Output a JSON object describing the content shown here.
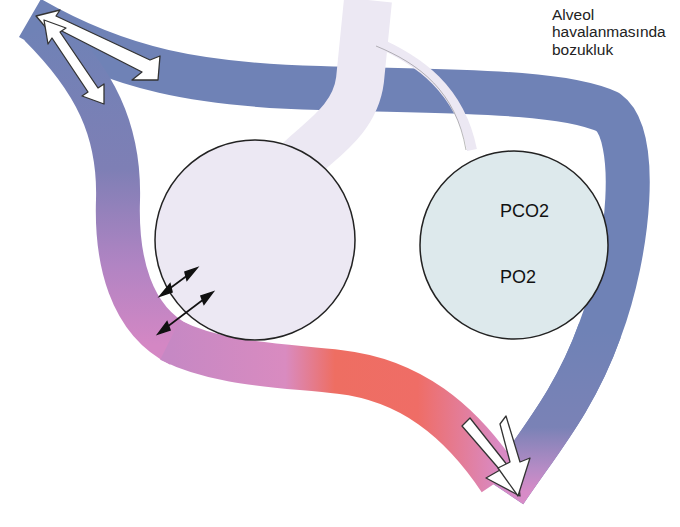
{
  "diagram": {
    "nodes": [
      {
        "text": [
          "PCO2",
          "PO2"
        ]
      }
    ],
    "labels": [
      "Alveol havalanmasında bozukluk"
    ]
  }
}
